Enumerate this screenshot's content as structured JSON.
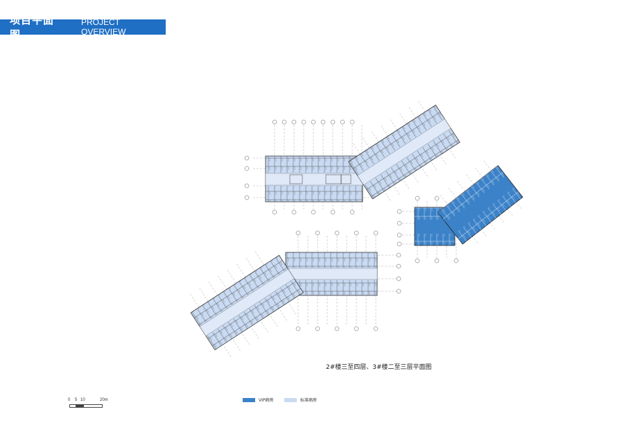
{
  "header": {
    "title_cn": "项目平面图",
    "title_en": "PROJECT OVERVIEW"
  },
  "plan_caption": "2#楼三至四层、3#楼二至三层平面图",
  "legend": {
    "vip": {
      "label": "VIP病房",
      "color": "#3b82c8"
    },
    "standard": {
      "label": "标准病房",
      "color": "#c9daf2"
    }
  },
  "scale": {
    "t0": "0",
    "t5": "5",
    "t10": "10",
    "t20": "20m"
  },
  "colors": {
    "brand": "#1f6fc4",
    "line": "#8a8a8a",
    "wall": "#333333"
  }
}
